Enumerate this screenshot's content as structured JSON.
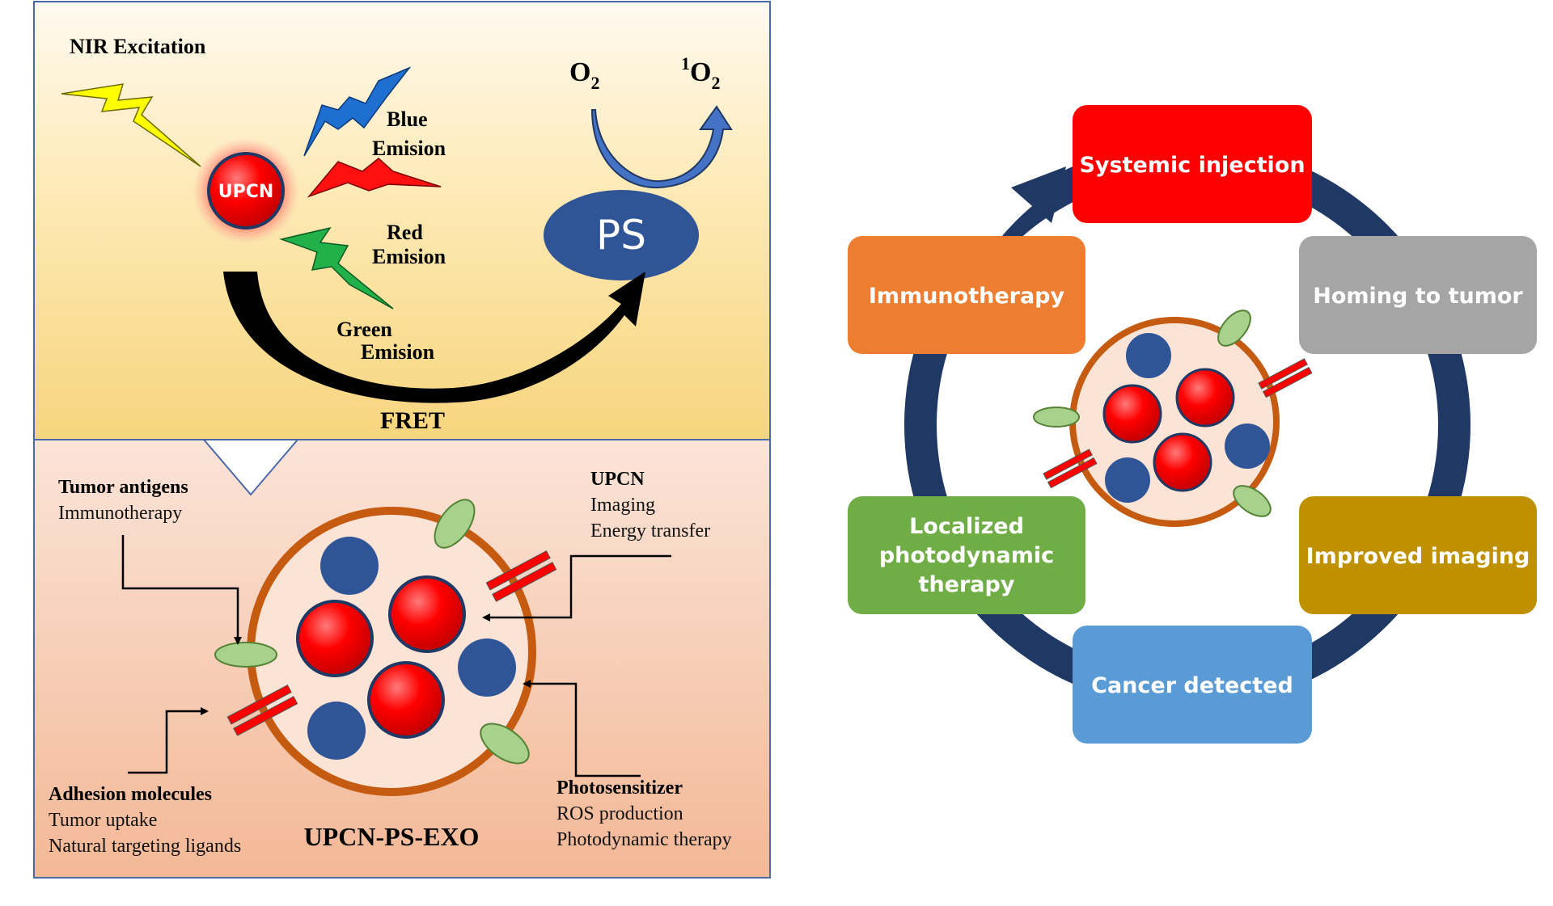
{
  "left_panel": {
    "nir_excitation": "NIR Excitation",
    "upcn_label": "UPCN",
    "blue_emission": [
      "Blue",
      "Emision"
    ],
    "red_emission": [
      "Red",
      "Emision"
    ],
    "green_emission": [
      "Green",
      "Emision"
    ],
    "o2": "O",
    "o2_sub": "2",
    "singlet_sup": "1",
    "singlet_o": "O",
    "singlet_sub": "2",
    "ps_label": "PS",
    "fret": "FRET",
    "tumor_antigens_title": "Tumor antigens",
    "tumor_antigens_desc": "Immunotherapy",
    "upcn_title": "UPCN",
    "upcn_lines": [
      "Imaging",
      "Energy transfer"
    ],
    "adhesion_title": "Adhesion molecules",
    "adhesion_lines": [
      "Tumor uptake",
      "Natural targeting ligands"
    ],
    "exo_label": "UPCN-PS-EXO",
    "photosensitizer_title": "Photosensitizer",
    "photosensitizer_lines": [
      "ROS production",
      "Photodynamic therapy"
    ]
  },
  "cycle": {
    "ring_color": "#1f3864",
    "steps": [
      {
        "label": "Systemic injection",
        "color": "#ff0000"
      },
      {
        "label": "Homing to tumor",
        "color": "#a5a5a5"
      },
      {
        "label": "Improved imaging",
        "color": "#bf9000"
      },
      {
        "label": "Cancer detected",
        "color": "#5b9bd5"
      },
      {
        "label": "Localized photodynamic therapy",
        "lines": [
          "Localized",
          "photodynamic",
          "therapy"
        ],
        "color": "#70ad47"
      },
      {
        "label": "Immunotherapy",
        "color": "#ed7d31"
      }
    ]
  }
}
